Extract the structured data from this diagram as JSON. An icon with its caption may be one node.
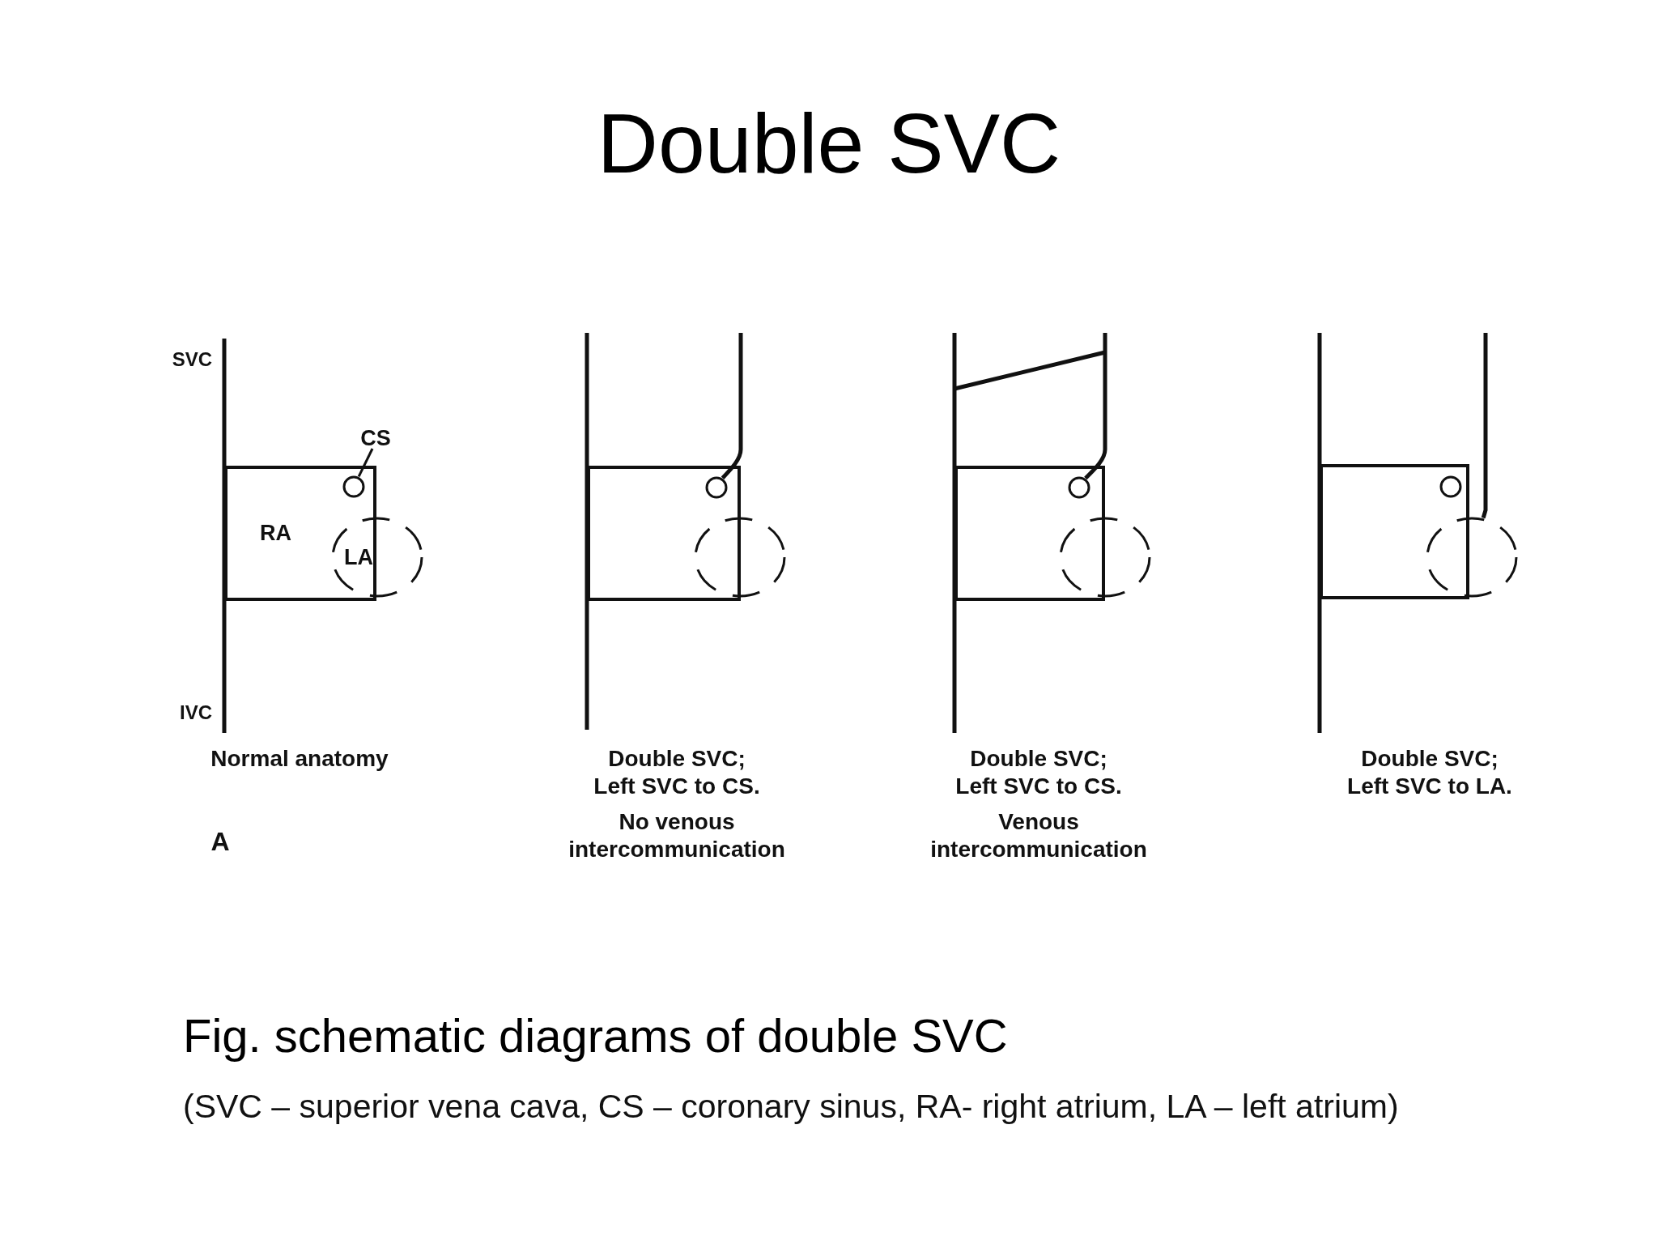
{
  "diagram": {
    "title": "Double SVC",
    "caption": "Fig. schematic diagrams of double SVC",
    "nodes": [
      {
        "text": [
          "RA"
        ]
      },
      {
        "text": [
          "CS"
        ]
      },
      {
        "text": [],
        "shape": "circle",
        "in": 0
      },
      {
        "text": [
          "LA"
        ]
      },
      {
        "text": [],
        "shape": "box"
      },
      {
        "text": [],
        "shape": "circle",
        "in": 4
      },
      {
        "text": [],
        "shape": "circle"
      },
      {
        "text": [],
        "shape": "box"
      },
      {
        "text": [],
        "shape": "circle",
        "in": 7
      },
      {
        "text": [],
        "shape": "circle"
      },
      {
        "text": [],
        "shape": "box"
      },
      {
        "text": [],
        "shape": "circle",
        "in": 10
      },
      {
        "text": [],
        "shape": "circle"
      }
    ],
    "edges": [
      {
        "from": 1,
        "to": 2,
        "arrow": "none"
      },
      {
        "from": null,
        "to": 5,
        "arrow": "none"
      },
      {
        "from": null,
        "to": 8,
        "arrow": "none"
      },
      {
        "from": null,
        "to": 12,
        "arrow": "none"
      }
    ],
    "labels": [
      "SVC",
      "IVC",
      "Normal anatomy",
      "Double SVC; Left SVC to CS.",
      "No venous intercommunication",
      "Double SVC; Left SVC to CS.",
      "Venous intercommunication",
      "Double SVC; Left SVC to LA.",
      "A",
      "(SVC – superior vena cava, CS – coronary sinus, RA- right atrium, LA – left atrium)"
    ]
  }
}
